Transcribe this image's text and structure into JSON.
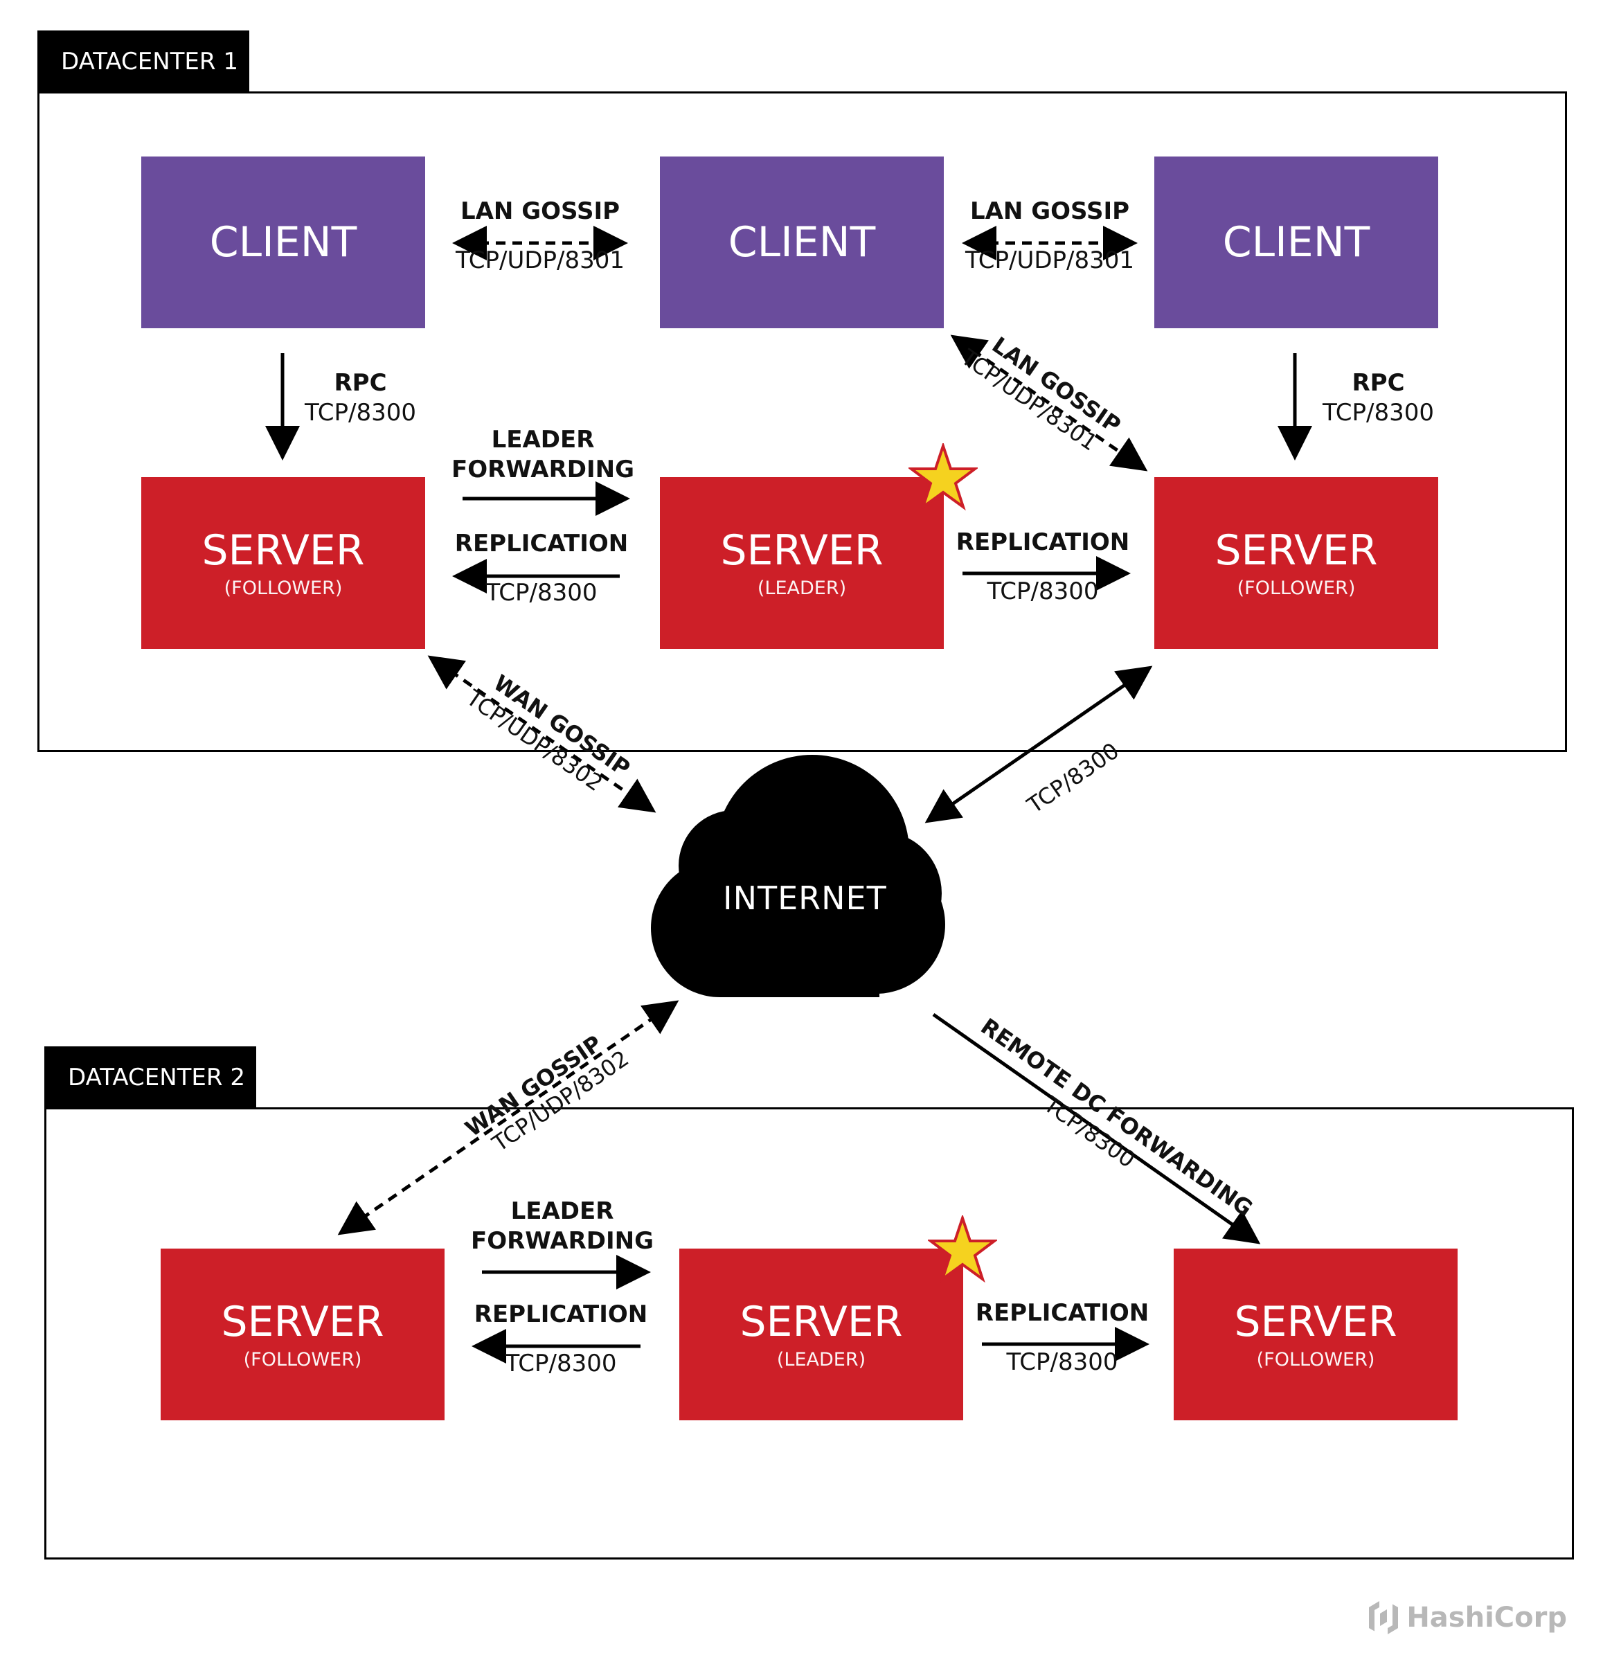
{
  "datacenter1": {
    "label": "DATACENTER 1",
    "clients": [
      {
        "label": "CLIENT"
      },
      {
        "label": "CLIENT"
      },
      {
        "label": "CLIENT"
      }
    ],
    "servers": [
      {
        "label": "SERVER",
        "role": "(FOLLOWER)"
      },
      {
        "label": "SERVER",
        "role": "(LEADER)"
      },
      {
        "label": "SERVER",
        "role": "(FOLLOWER)"
      }
    ],
    "lan_gossip_1": {
      "title": "LAN GOSSIP",
      "port": "TCP/UDP/8301"
    },
    "lan_gossip_2": {
      "title": "LAN GOSSIP",
      "port": "TCP/UDP/8301"
    },
    "lan_gossip_diag": {
      "title": "LAN GOSSIP",
      "port": "TCP/UDP/8301"
    },
    "rpc_left": {
      "title": "RPC",
      "port": "TCP/8300"
    },
    "rpc_right": {
      "title": "RPC",
      "port": "TCP/8300"
    },
    "leader_forwarding": {
      "title_line1": "LEADER",
      "title_line2": "FORWARDING"
    },
    "replication_left": {
      "title": "REPLICATION",
      "port": "TCP/8300"
    },
    "replication_right": {
      "title": "REPLICATION",
      "port": "TCP/8300"
    }
  },
  "internet": {
    "label": "INTERNET",
    "wan_gossip_dc1": {
      "title": "WAN GOSSIP",
      "port": "TCP/UDP/8302"
    },
    "tcp_dc1": {
      "port": "TCP/8300"
    },
    "wan_gossip_dc2": {
      "title": "WAN GOSSIP",
      "port": "TCP/UDP/8302"
    },
    "remote_dc": {
      "title": "REMOTE DC FORWARDING",
      "port": "TCP/8300"
    }
  },
  "datacenter2": {
    "label": "DATACENTER 2",
    "servers": [
      {
        "label": "SERVER",
        "role": "(FOLLOWER)"
      },
      {
        "label": "SERVER",
        "role": "(LEADER)"
      },
      {
        "label": "SERVER",
        "role": "(FOLLOWER)"
      }
    ],
    "leader_forwarding": {
      "title_line1": "LEADER",
      "title_line2": "FORWARDING"
    },
    "replication_left": {
      "title": "REPLICATION",
      "port": "TCP/8300"
    },
    "replication_right": {
      "title": "REPLICATION",
      "port": "TCP/8300"
    }
  },
  "brand": {
    "name": "HashiCorp",
    "icon": "hashicorp-logo-icon"
  },
  "colors": {
    "client": "#6a4c9c",
    "server": "#cd1f28",
    "star": "#f5d21f",
    "brand": "#b8b8b8"
  }
}
